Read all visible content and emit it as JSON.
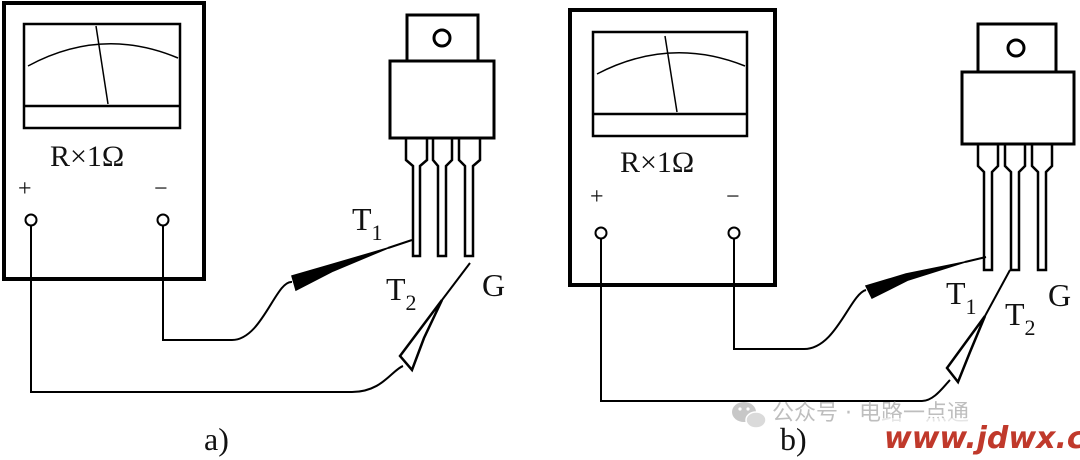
{
  "panel_a": {
    "range_label": "R×1Ω",
    "plus": "+",
    "minus": "−",
    "t1": "T",
    "t1_sub": "1",
    "t2": "T",
    "t2_sub": "2",
    "g": "G",
    "caption": "a)"
  },
  "panel_b": {
    "range_label": "R×1Ω",
    "plus": "+",
    "minus": "−",
    "t1": "T",
    "t1_sub": "1",
    "t2": "T",
    "t2_sub": "2",
    "g": "G",
    "caption": "b)"
  },
  "watermark": {
    "text": "公众号 · 电路一点通",
    "site": "www.jdwx.cn",
    "color": "#c0392b"
  }
}
